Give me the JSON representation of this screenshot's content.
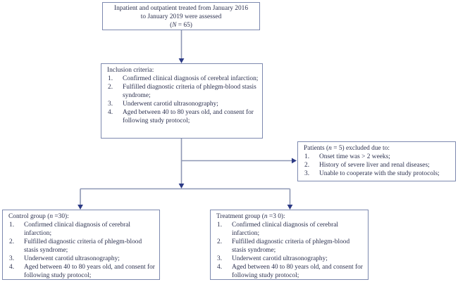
{
  "figure": {
    "type": "flowchart",
    "description": "Study enrollment flow diagram"
  },
  "colors": {
    "box_border": "#7d89af",
    "connector_line": "#8e97b4",
    "arrowhead": "#2c3a85",
    "text": "#2d3250",
    "background": "#ffffff"
  },
  "assessment": {
    "line1": "Inpatient and outpatient treated from January 2016",
    "line2": "to January 2019 were assessed",
    "count_pre": "(",
    "count_var": "N",
    "count_post": " = 65)"
  },
  "inclusion": {
    "title": "Inclusion criteria:",
    "items": [
      {
        "num": "1.",
        "text": "Confirmed clinical diagnosis of cerebral infarction;"
      },
      {
        "num": "2.",
        "text": "Fulfilled diagnostic criteria of phlegm-blood stasis syndrome;"
      },
      {
        "num": "3.",
        "text": "Underwent carotid ultrasonography;"
      },
      {
        "num": "4.",
        "text": "Aged between 40 to 80 years old, and consent for following study protocol;"
      }
    ]
  },
  "exclusion": {
    "title_pre": "Patients (",
    "title_var": "n",
    "title_post": " = 5) excluded due to:",
    "items": [
      {
        "num": "1.",
        "text": "Onset time was > 2 weeks;"
      },
      {
        "num": "2.",
        "text": "History of severe liver and renal diseases;"
      },
      {
        "num": "3.",
        "text": "Unable to cooperate with the study protocols;"
      }
    ]
  },
  "control": {
    "title_pre": "Control group (",
    "title_var": "n",
    "title_post": " =30):",
    "items": [
      {
        "num": "1.",
        "text": "Confirmed clinical diagnosis of cerebral infarction;"
      },
      {
        "num": "2.",
        "text": "Fulfilled diagnostic criteria of phlegm-blood stasis syndrome;"
      },
      {
        "num": "3.",
        "text": "Underwent carotid ultrasonography;"
      },
      {
        "num": "4.",
        "text": "Aged between 40 to 80 years old, and consent for following study protocol;"
      }
    ]
  },
  "treatment": {
    "title_pre": "Treatment group (",
    "title_var": "n",
    "title_post": " =3 0):",
    "items": [
      {
        "num": "1.",
        "text": "Confirmed clinical diagnosis of cerebral infarction;"
      },
      {
        "num": "2.",
        "text": "Fulfilled diagnostic criteria of phlegm-blood stasis syndrome;"
      },
      {
        "num": "3.",
        "text": "Underwent carotid ultrasonography;"
      },
      {
        "num": "4.",
        "text": "Aged between 40 to 80 years old, and consent for following study protocol;"
      }
    ]
  }
}
